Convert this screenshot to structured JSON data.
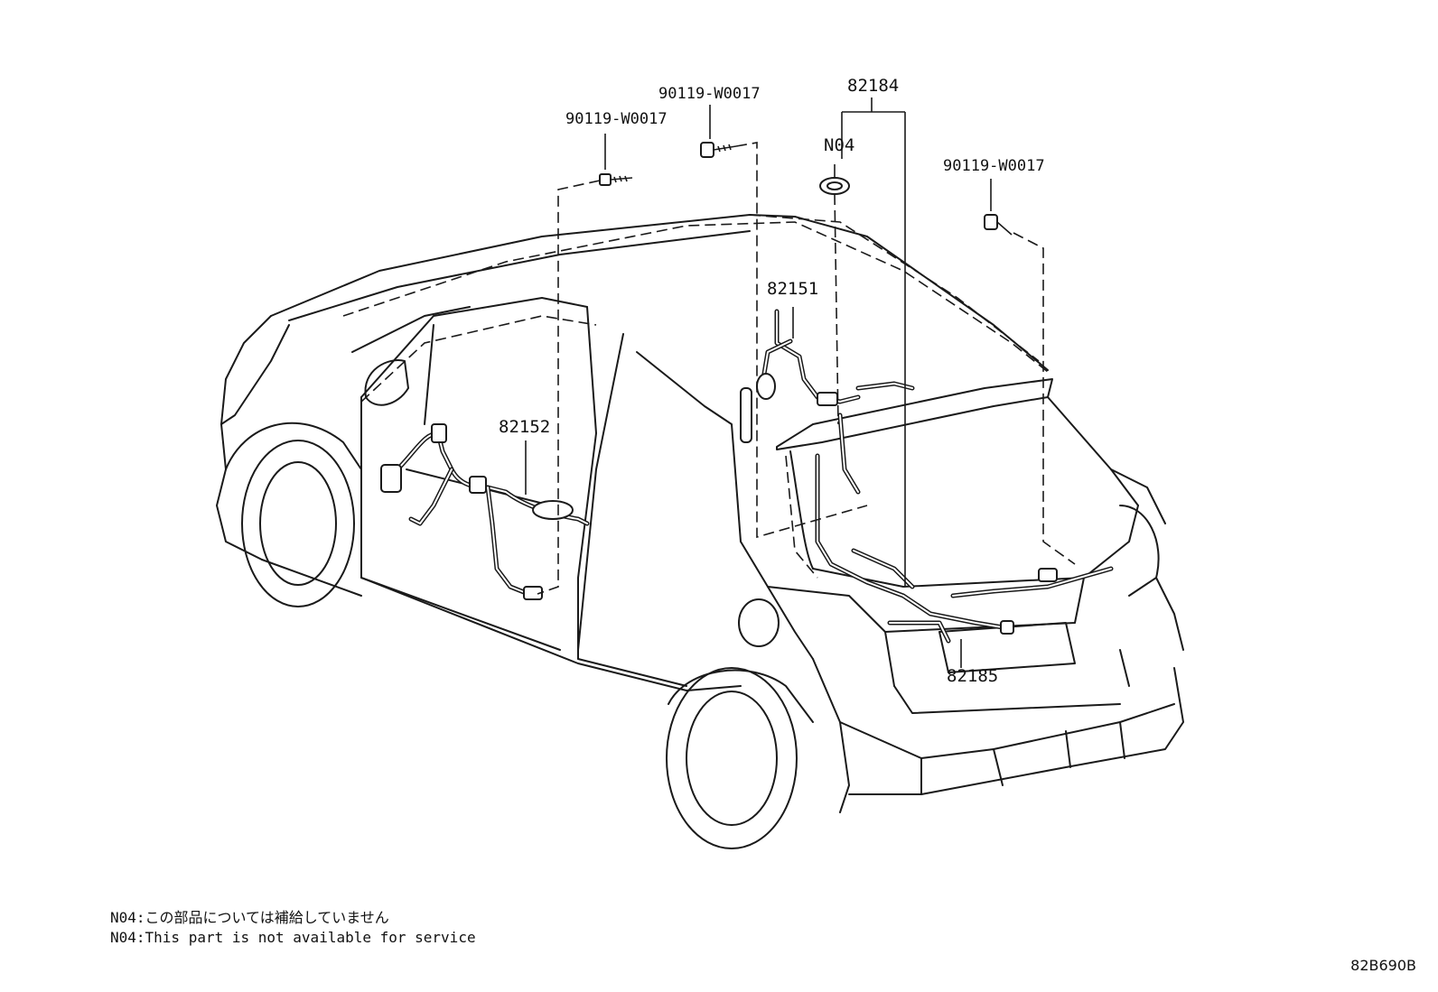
{
  "callouts": {
    "bolt_left": "90119-W0017",
    "bolt_center": "90119-W0017",
    "bolt_right": "90119-W0017",
    "assembly_top": "82184",
    "n04": "N04",
    "harness_roof": "82151",
    "harness_door": "82152",
    "harness_backdoor": "82185"
  },
  "notes": {
    "jp": "N04:この部品については補給していません",
    "en": "N04:This part is not available for service"
  },
  "diagram_code": "82B690B"
}
